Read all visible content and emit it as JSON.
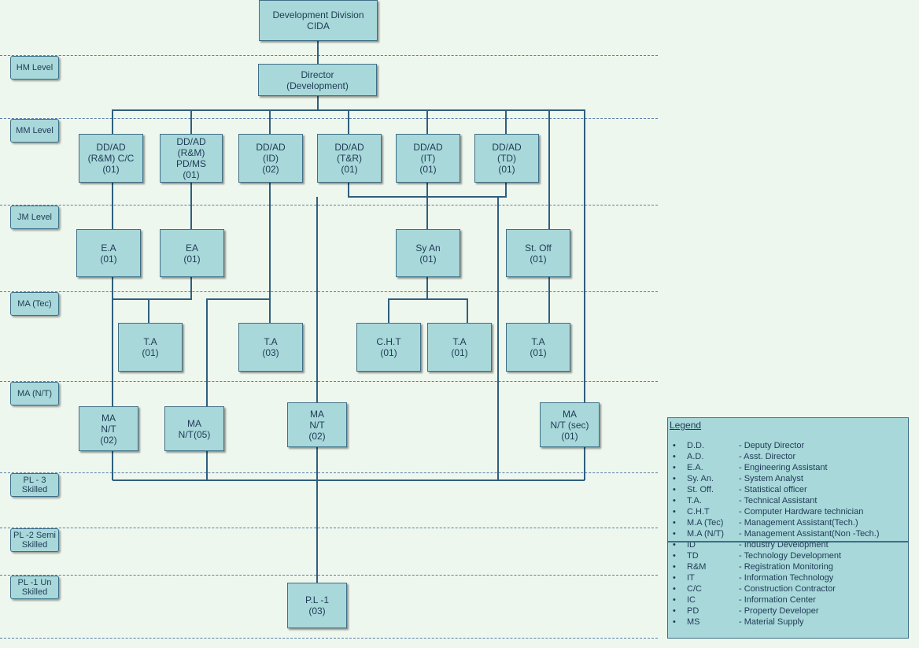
{
  "levels": [
    {
      "id": "hm",
      "label": "HM Level"
    },
    {
      "id": "mm",
      "label": "MM Level"
    },
    {
      "id": "jm",
      "label": "JM Level"
    },
    {
      "id": "matec",
      "label": "MA (Tec)"
    },
    {
      "id": "mant",
      "label": "MA (N/T)"
    },
    {
      "id": "pl3",
      "label": "PL - 3\nSkilled"
    },
    {
      "id": "pl2",
      "label": "PL -2 Semi\nSkilled"
    },
    {
      "id": "pl1",
      "label": "PL -1 Un\nSkilled"
    }
  ],
  "nodes": {
    "root": "Development Division\nCIDA",
    "director": "Director\n(Development)",
    "dd_rm_cc": "DD/AD\n(R&M) C/C\n(01)",
    "dd_rm_pd": "DD/AD\n(R&M)\nPD/MS\n(01)",
    "dd_id": "DD/AD\n(ID)\n(02)",
    "dd_tr": "DD/AD\n(T&R)\n(01)",
    "dd_it": "DD/AD\n(IT)\n(01)",
    "dd_td": "DD/AD\n(TD)\n(01)",
    "ea1": "E.A\n(01)",
    "ea2": "EA\n(01)",
    "syan": "Sy An\n(01)",
    "stoff": "St. Off\n(01)",
    "ta1": "T.A\n(01)",
    "ta3": "T.A\n(03)",
    "cht": "C.H.T\n(01)",
    "ta_it": "T.A\n(01)",
    "ta_td": "T.A\n(01)",
    "ma1": "MA\nN/T\n(02)",
    "ma2": "MA\nN/T(05)",
    "ma3": "MA\nN/T\n(02)",
    "ma4": "MA\nN/T (sec)\n(01)",
    "pl1": "P.L -1\n(03)"
  },
  "legend": {
    "title": "Legend",
    "items": [
      {
        "abbr": "D.D.",
        "desc": "- Deputy Director"
      },
      {
        "abbr": "A.D.",
        "desc": "- Asst. Director"
      },
      {
        "abbr": "E.A.",
        "desc": "- Engineering Assistant"
      },
      {
        "abbr": "Sy. An.",
        "desc": "- System Analyst"
      },
      {
        "abbr": "St. Off.",
        "desc": "- Statistical officer"
      },
      {
        "abbr": "T.A.",
        "desc": "- Technical Assistant"
      },
      {
        "abbr": "C.H.T",
        "desc": "- Computer Hardware technician"
      },
      {
        "abbr": "M.A (Tec)",
        "desc": "- Management Assistant(Tech.)"
      },
      {
        "abbr": "M.A (N/T)",
        "desc": "- Management Assistant(Non -Tech.)"
      },
      {
        "abbr": "ID",
        "desc": "- Industry Development"
      },
      {
        "abbr": "TD",
        "desc": "- Technology Development"
      },
      {
        "abbr": "R&M",
        "desc": "- Registration Monitoring"
      },
      {
        "abbr": "IT",
        "desc": "- Information Technology"
      },
      {
        "abbr": "C/C",
        "desc": "- Construction Contractor"
      },
      {
        "abbr": "IC",
        "desc": "- Information Center"
      },
      {
        "abbr": "PD",
        "desc": "- Property Developer"
      },
      {
        "abbr": "MS",
        "desc": "- Material Supply"
      }
    ]
  }
}
